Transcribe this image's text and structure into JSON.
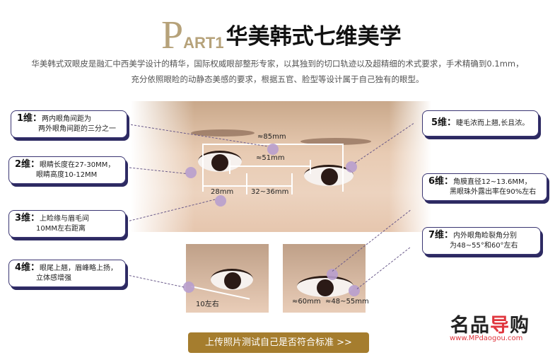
{
  "header": {
    "part_p": "P",
    "part_rest": "ART1",
    "title": "华美韩式七维美学",
    "desc_line1": "华美韩式双眼皮是融汇中西美学设计的精华，国际权威眼部整形专家，以其独到的切口轨迹以及超精细的术式要求，手术精确到0.1mm，",
    "desc_line2": "充分依照眼睑的动静态美感的要求，根据五官、脸型等设计属于自己独有的眼型。"
  },
  "dimensions": [
    {
      "label": "1维：",
      "line1": "两内眼角间距为",
      "line2": "两外眼角间距的三分之一"
    },
    {
      "label": "2维：",
      "line1": "眼睛长度在27-30MM，",
      "line2": "眼睛高度10-12MM"
    },
    {
      "label": "3维：",
      "line1": "上睑缘与眉毛间",
      "line2": "10MM左右距离"
    },
    {
      "label": "4维：",
      "line1": "眼尾上翘，眉峰略上扬，",
      "line2": "立体感增强"
    },
    {
      "label": "5维：",
      "line1": "睫毛浓而上翘,长且浓。",
      "line2": ""
    },
    {
      "label": "6维：",
      "line1": "角膜直径12~13.6MM，",
      "line2": "黑眼珠外露出率在90%左右"
    },
    {
      "label": "7维：",
      "line1": "内外眼角睑裂角分别",
      "line2": "为48~55°和60°左右"
    }
  ],
  "measurements": {
    "outer": "≈85mm",
    "inner": "≈51mm",
    "eye_width": "28mm",
    "gap": "32~36mm",
    "tail": "10左右",
    "angle_outer": "≈60mm",
    "angle_inner": "≈48~55mm"
  },
  "cta": {
    "label": "上传照片测试自己是否符合标准 >>"
  },
  "logo": {
    "text_black1": "名品",
    "text_red": "导",
    "text_black2": "购",
    "url": "www.MPdaogou.com"
  },
  "colors": {
    "gold": "#b6a27a",
    "button": "#a57d2e",
    "card_border": "#2d2a62",
    "dot": "#b89fce",
    "brand_red": "#e0363e"
  }
}
